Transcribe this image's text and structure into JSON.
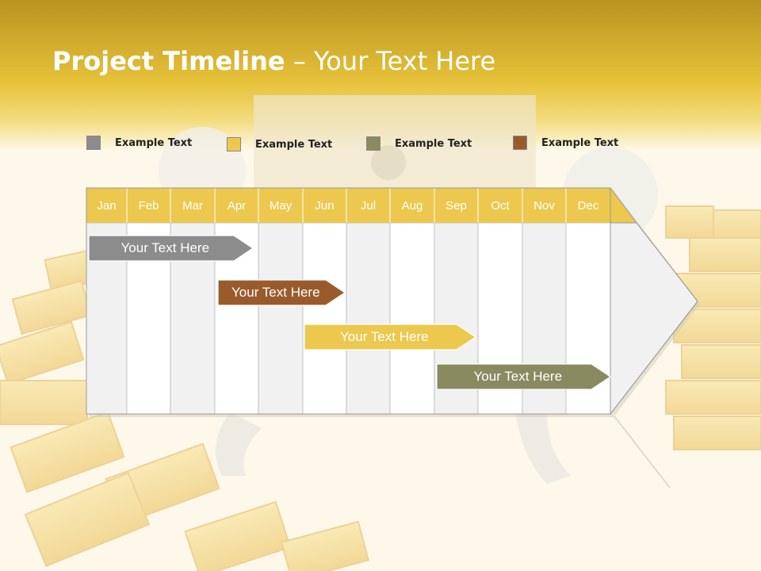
{
  "title": {
    "bold": "Project Timeline",
    "rest": " – Your Text Here"
  },
  "legend": [
    {
      "label": "Example Text",
      "color": "#8c8c8c"
    },
    {
      "label": "Example Text",
      "color": "#ecc84e"
    },
    {
      "label": "Example Text",
      "color": "#8a8a60"
    },
    {
      "label": "Example Text",
      "color": "#9a5b2c"
    }
  ],
  "months": [
    "Jan",
    "Feb",
    "Mar",
    "Apr",
    "May",
    "Jun",
    "Jul",
    "Aug",
    "Sep",
    "Oct",
    "Nov",
    "Dec"
  ],
  "bars": [
    {
      "label": "Your  Text Here",
      "start_month": "Jan",
      "end_month": "Apr",
      "color": "#8c8c8c"
    },
    {
      "label": "Your  Text Here",
      "start_month": "Apr",
      "end_month": "Jun",
      "color": "#9a5b2c"
    },
    {
      "label": "Your  Text Here",
      "start_month": "Jun",
      "end_month": "Sep",
      "color": "#ecc84e"
    },
    {
      "label": "Your  Text Here",
      "start_month": "Sep",
      "end_month": "Dec",
      "color": "#8a8a60"
    }
  ],
  "colors": {
    "header": "#ecc84e",
    "title_band": "#d9b12a"
  }
}
